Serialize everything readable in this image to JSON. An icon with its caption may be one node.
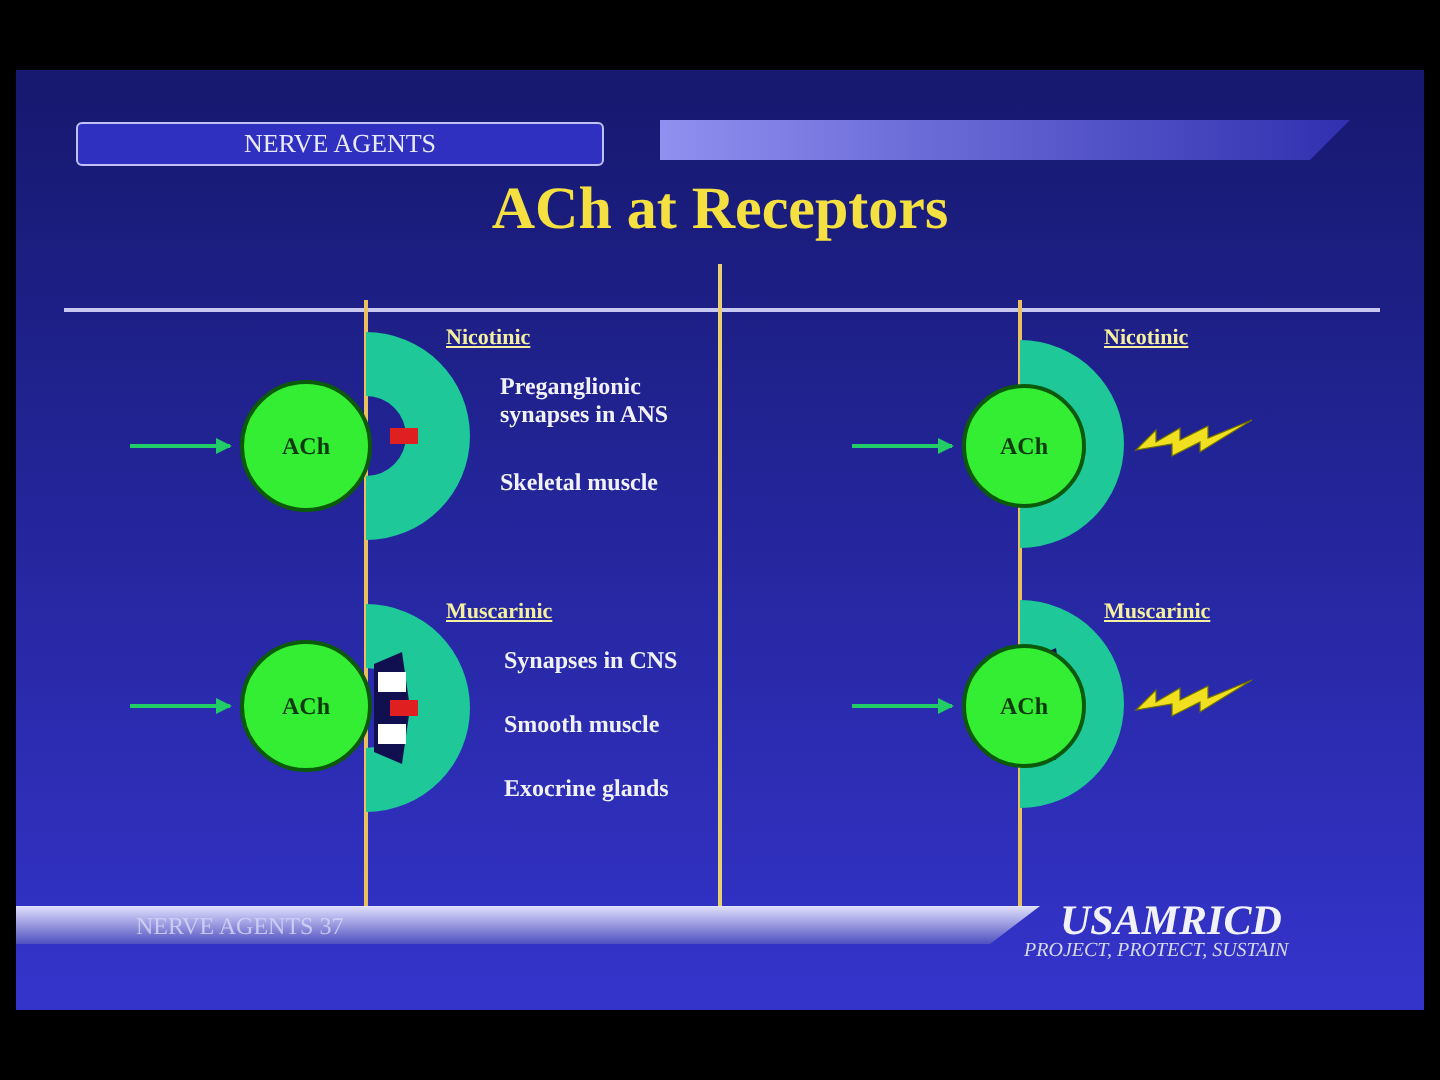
{
  "diagram": {
    "title": "ACh at Receptors",
    "nodes": [
      {
        "text": [
          "Nicotinic"
        ],
        "beside": [
          "Preganglionic synapses in ANS",
          "Skeletal muscle"
        ]
      },
      {
        "text": [
          "ACh"
        ]
      },
      {
        "text": [
          "Muscarinic"
        ],
        "beside": [
          "Synapses in CNS",
          "Smooth muscle",
          "Exocrine glands"
        ]
      },
      {
        "text": [
          "ACh"
        ]
      },
      {
        "text": [
          "Nicotinic"
        ]
      },
      {
        "text": [
          "ACh"
        ]
      },
      {
        "text": [
          "Muscarinic"
        ]
      },
      {
        "text": [
          "ACh"
        ]
      }
    ],
    "edges": [
      {
        "from": null,
        "to": 1,
        "arrow": "to"
      },
      {
        "from": null,
        "to": 3,
        "arrow": "to"
      },
      {
        "from": null,
        "to": 5,
        "arrow": "to"
      },
      {
        "from": null,
        "to": 7,
        "arrow": "to"
      }
    ],
    "labels": [
      "NERVE AGENTS",
      "NERVE AGENTS 37",
      "USAMRICD",
      "PROJECT, PROTECT, SUSTAIN"
    ]
  }
}
